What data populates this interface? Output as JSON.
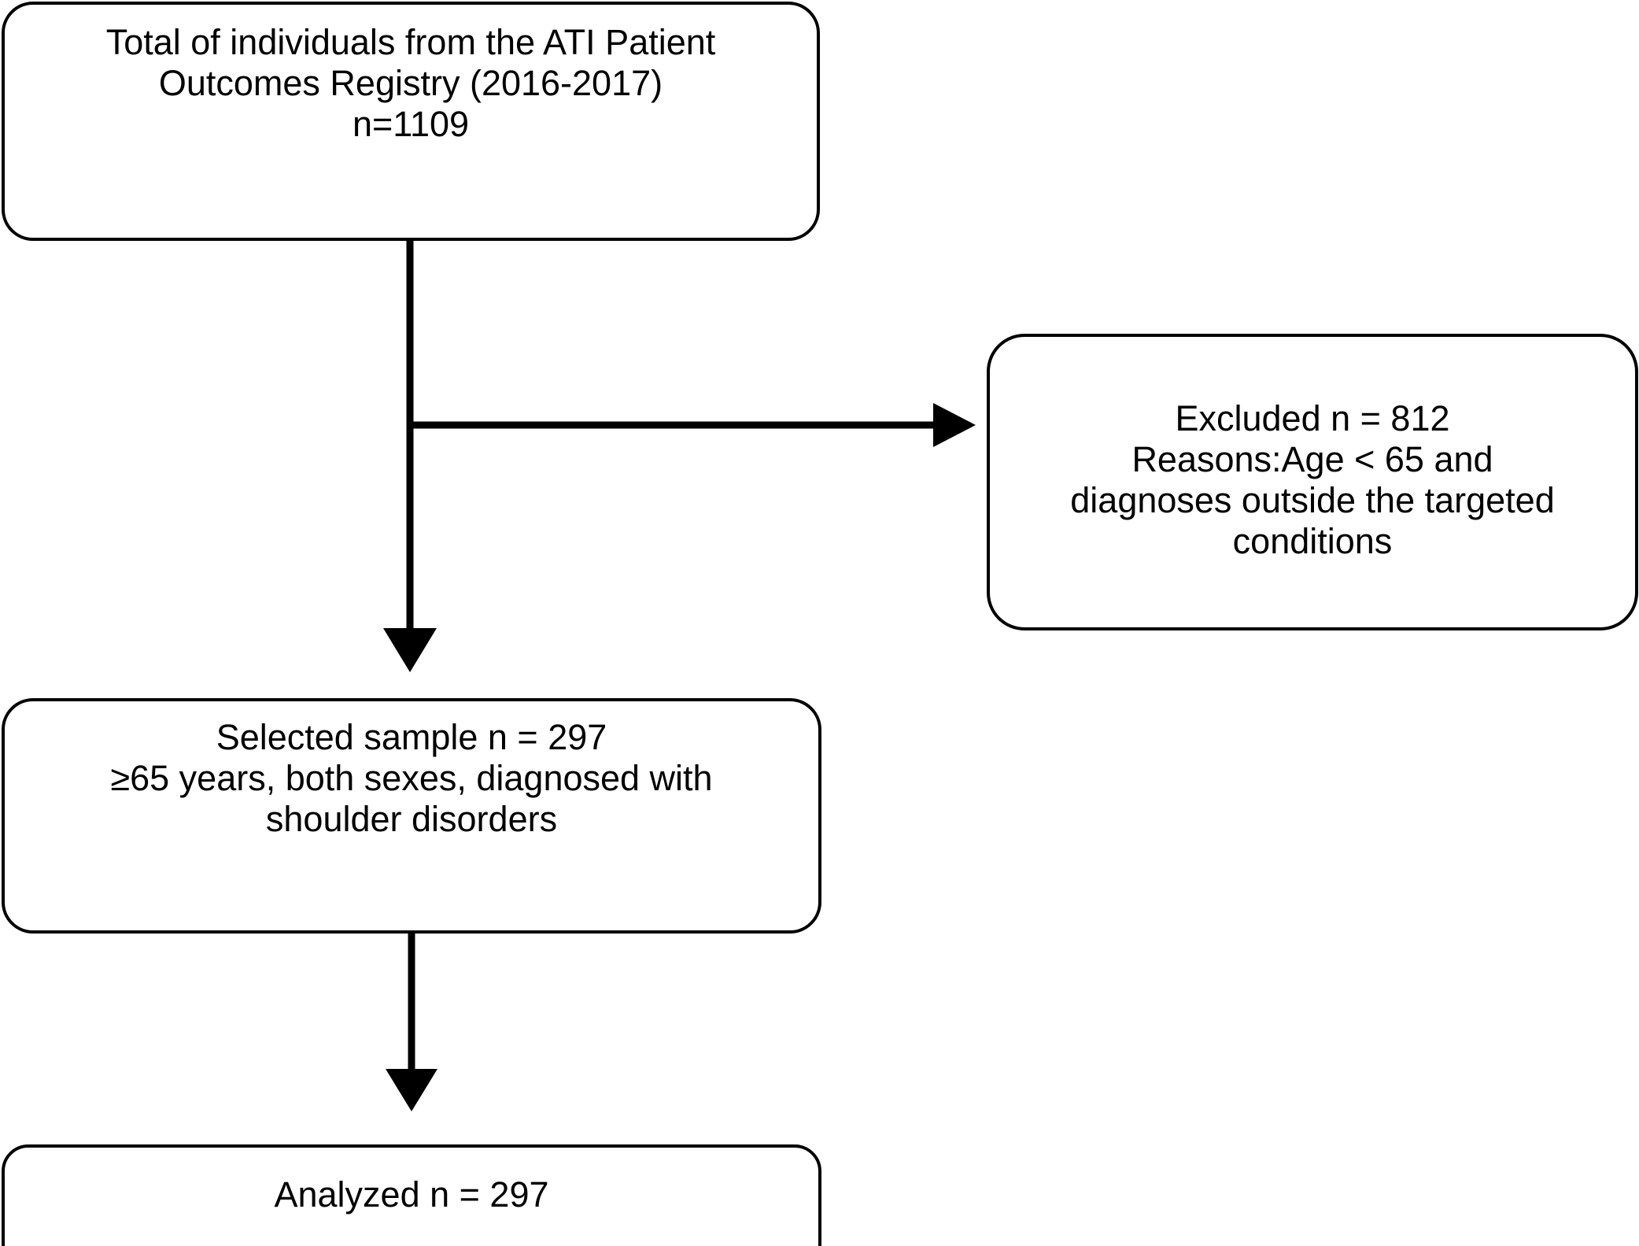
{
  "figure": {
    "type": "flowchart",
    "orientation": "vertical-with-side-branch",
    "stroke_color": "#000000",
    "background_color": "#ffffff"
  },
  "nodes": {
    "total": {
      "name": "total-individuals-box",
      "lines": [
        "Total of individuals from the ATI Patient",
        "Outcomes Registry (2016-2017)",
        "n=1109"
      ]
    },
    "excluded": {
      "name": "excluded-box",
      "lines": [
        "Excluded n = 812",
        "Reasons:Age < 65 and",
        "diagnoses outside the targeted",
        "conditions"
      ]
    },
    "selected": {
      "name": "selected-sample-box",
      "lines": [
        "Selected sample n = 297",
        "≥65 years, both sexes, diagnosed with",
        "shoulder disorders"
      ]
    },
    "analyzed": {
      "name": "analyzed-box",
      "lines": [
        "Analyzed n = 297"
      ]
    }
  },
  "connectors": [
    {
      "name": "total-to-excluded-arrow",
      "from": "total",
      "to": "excluded",
      "direction": "right",
      "label": ""
    },
    {
      "name": "total-to-selected-arrow",
      "from": "total",
      "to": "selected",
      "direction": "down",
      "label": ""
    },
    {
      "name": "selected-to-analyzed-arrow",
      "from": "selected",
      "to": "analyzed",
      "direction": "down",
      "label": ""
    }
  ],
  "counts": {
    "registry_total": "1109",
    "excluded": "812",
    "selected": "297",
    "analyzed": "297"
  }
}
